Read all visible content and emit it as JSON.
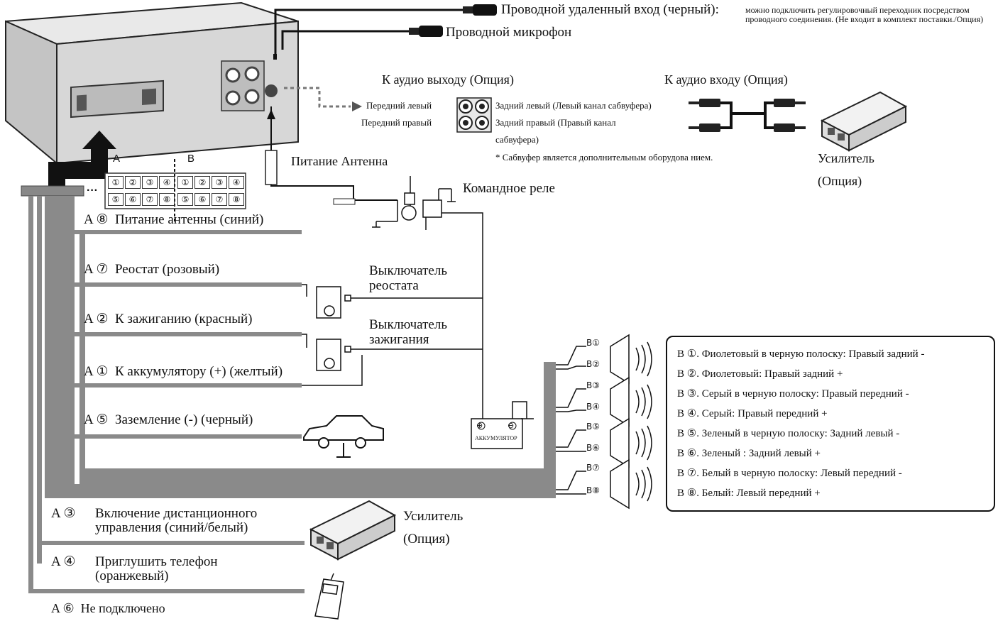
{
  "top": {
    "remote_in_label": "Проводной удаленный вход (черный):",
    "remote_in_note": "можно подключить регулировочный переходник посредством проводного соединения. (Не входит в комплект поставки./Опция)",
    "microphone_label": "Проводной микрофон"
  },
  "audio_out": {
    "title": "К аудио выходу (Опция)",
    "front_left": "Передний левый",
    "front_right": "Передний правый",
    "rear_left": "Задний левый (Левый канал сабвуфера)",
    "rear_right_1": "Задний правый (Правый канал",
    "rear_right_2": "сабвуфера)",
    "note": "* Сабвуфер является дополнительным оборудова нием."
  },
  "audio_in": {
    "title": "К аудио входу (Опция)"
  },
  "amplifier_top": {
    "line1": "Усилитель",
    "line2": "(Опция)"
  },
  "connector": {
    "label_a": "A",
    "label_b": "B",
    "row1": [
      "1",
      "2",
      "3",
      "4"
    ],
    "row2": [
      "5",
      "6",
      "7",
      "8"
    ]
  },
  "power_antenna_label": "Питание Антенна",
  "relay_label": "Командное реле",
  "wires": {
    "a8": {
      "prefix": "A",
      "num": "⑧",
      "label": "Питание антенны (синий)"
    },
    "a7": {
      "prefix": "A",
      "num": "⑦",
      "label": "Реостат (розовый)"
    },
    "a2": {
      "prefix": "A",
      "num": "②",
      "label": "К зажиганию (красный)"
    },
    "a1": {
      "prefix": "A",
      "num": "①",
      "label": "К аккумулятору (+) (желтый)"
    },
    "a5": {
      "prefix": "A",
      "num": "⑤",
      "label": "Заземление (-) (черный)"
    },
    "a3": {
      "prefix": "A",
      "num": "③",
      "label_1": "Включение дистанционного",
      "label_2": "управления (синий/белый)"
    },
    "a4": {
      "prefix": "A",
      "num": "④",
      "label_1": "Приглушить телефон",
      "label_2": "(оранжевый)"
    },
    "a6": {
      "prefix": "A",
      "num": "⑥",
      "label": "Не подключено"
    }
  },
  "rheostat_switch": {
    "line1": "Выключатель",
    "line2": "реостата"
  },
  "ignition_switch": {
    "line1": "Выключатель",
    "line2": "зажигания"
  },
  "battery_label": "АККУМУЛЯТОР",
  "amplifier_bottom": {
    "line1": "Усилитель",
    "line2": "(Опция)"
  },
  "speaker_tags": [
    "B①",
    "B②",
    "B③",
    "B④",
    "B⑤",
    "B⑥",
    "B⑦",
    "B⑧"
  ],
  "legend": [
    "B ①. Фиолетовый в черную полоску: Правый задний -",
    "B ②. Фиолетовый: Правый задний +",
    "B ③. Серый в черную полоску: Правый передний -",
    "B ④. Серый: Правый передний +",
    "B ⑤. Зеленый в черную полоску: Задний левый -",
    "B ⑥. Зеленый : Задний левый +",
    "B ⑦. Белый в черную полоску: Левый передний -",
    "B ⑧. Белый: Левый передний +"
  ]
}
